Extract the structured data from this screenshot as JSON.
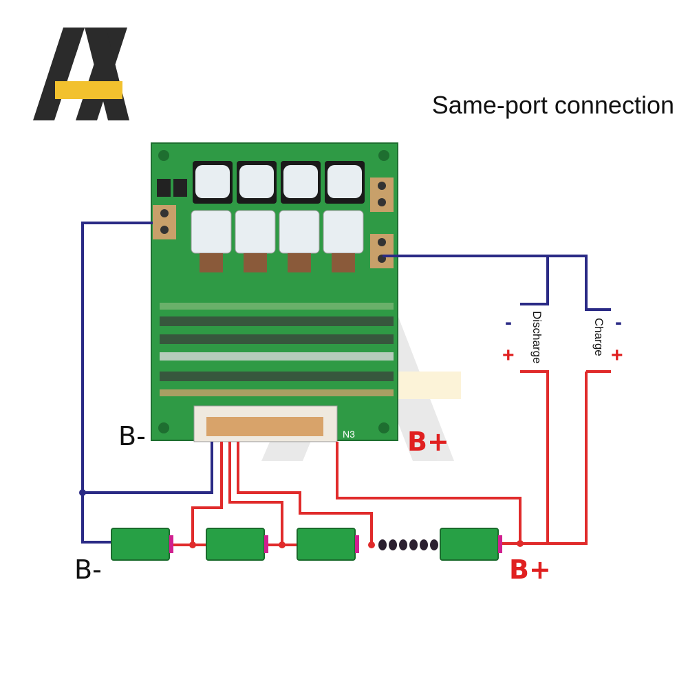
{
  "title": "Same-port connection",
  "labels": {
    "board_b_minus": "B-",
    "board_b_plus": "B+",
    "bottom_b_minus": "B-",
    "bottom_b_plus": "B+",
    "discharge": "Discharge",
    "charge": "Charge",
    "minus_sign": "-",
    "plus_sign": "+"
  },
  "connector_label": "N3",
  "colors": {
    "wire_blue": "#2a2a85",
    "wire_red": "#e02b2b",
    "pcb_green": "#2f9a45",
    "battery_green": "#27a045",
    "logo_yellow": "#f2c12e",
    "logo_dark": "#2b2b2b"
  },
  "icons": [
    "logo-icon",
    "mosfet-icon",
    "battery-cell-icon",
    "connector-icon"
  ]
}
